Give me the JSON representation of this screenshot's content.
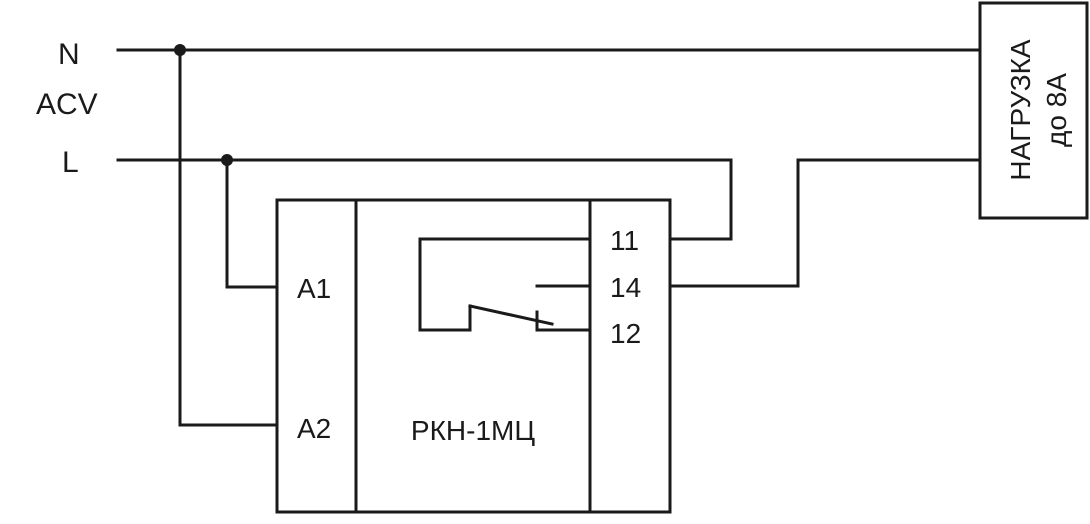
{
  "supply": {
    "n_label": "N",
    "acv_label": "ACV",
    "l_label": "L"
  },
  "relay": {
    "model": "РКН-1МЦ",
    "terminals": {
      "a1": "A1",
      "a2": "A2",
      "c11": "11",
      "c14": "14",
      "c12": "12"
    }
  },
  "load": {
    "line1": "НАГРУЗКА",
    "line2": "до 8А"
  },
  "colors": {
    "line": "#1a1a1a",
    "background": "#ffffff"
  }
}
